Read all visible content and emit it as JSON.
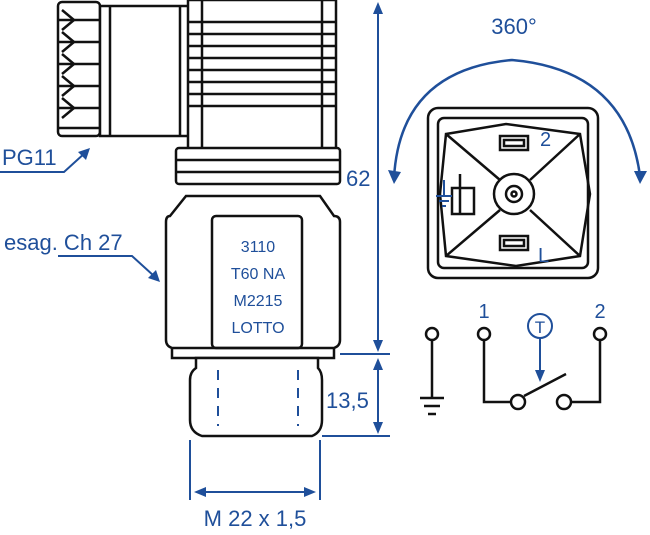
{
  "labels": {
    "cable_gland": "PG11",
    "hex_size": "esag. Ch 27",
    "total_height": "62",
    "thread_length": "13,5",
    "thread_size": "M 22 x 1,5",
    "rotation": "360°"
  },
  "body_marking": {
    "line1": "3110",
    "line2": "T60 NA",
    "line3": "M2215",
    "line4": "LOTTO"
  },
  "connector_face": {
    "pin_2": "2",
    "pin_l": "L"
  },
  "wiring": {
    "terminal_1": "1",
    "terminal_2": "2",
    "thermostat_symbol": "T"
  },
  "colors": {
    "annotation": "#1f4f9a",
    "outline": "#111111"
  }
}
